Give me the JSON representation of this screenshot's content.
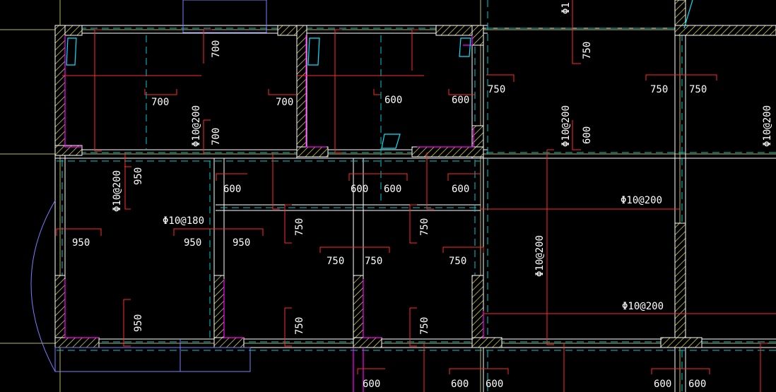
{
  "drawing": {
    "background": "#000000",
    "colors": {
      "axis": "#e6e64d",
      "wall_outline": "#ffffff",
      "hatch": "#e6e64d",
      "rebar": "#ff2a2a",
      "dashed": "#00c8d2",
      "pink": "#ff00ff",
      "violet": "#7c7cff",
      "cyan": "#00e5ff",
      "text": "#ffffff",
      "green": "#00ff66"
    },
    "dimension_labels": [
      "700",
      "700",
      "700",
      "700",
      "600",
      "600",
      "750",
      "750",
      "750",
      "750",
      "950",
      "950",
      "950",
      "950",
      "950",
      "600",
      "600",
      "600",
      "600",
      "750",
      "750",
      "750",
      "750",
      "750",
      "750",
      "750",
      "600",
      "600",
      "600",
      "600",
      "600"
    ],
    "rebar_specs": [
      "Φ10@200",
      "Φ10@200",
      "Φ10@180",
      "Φ10@200",
      "Φ10@200",
      "Φ10@200",
      "Φ10@200",
      "Φ10@200",
      "Φ1"
    ]
  }
}
